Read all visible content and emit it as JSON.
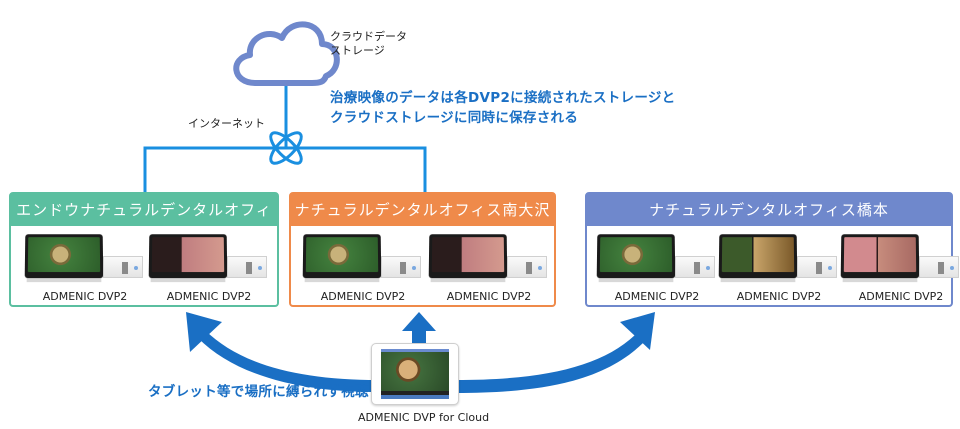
{
  "cloud": {
    "label_line1": "クラウドデータ",
    "label_line2": "ストレージ",
    "icon": "cloud-icon"
  },
  "internet": {
    "label": "インターネット",
    "icon": "network-hub-icon"
  },
  "note": {
    "line1": "治療映像のデータは各DVP2に接続されたストレージと",
    "line2": "クラウドストレージに同時に保存される"
  },
  "offices": [
    {
      "name": "エンドウナチュラルデンタルオフィス",
      "color": "#5bbfa0",
      "devices": [
        {
          "label": "ADMENIC DVP2",
          "screen": "green"
        },
        {
          "label": "ADMENIC DVP2",
          "screen": "pink"
        }
      ]
    },
    {
      "name": "ナチュラルデンタルオフィス南大沢",
      "color": "#ef8a4a",
      "devices": [
        {
          "label": "ADMENIC DVP2",
          "screen": "green"
        },
        {
          "label": "ADMENIC DVP2",
          "screen": "pink"
        }
      ]
    },
    {
      "name": "ナチュラルデンタルオフィス橋本",
      "color": "#6f88cc",
      "devices": [
        {
          "label": "ADMENIC DVP2",
          "screen": "green"
        },
        {
          "label": "ADMENIC DVP2",
          "screen": "mix"
        },
        {
          "label": "ADMENIC DVP2",
          "screen": "pink"
        }
      ]
    }
  ],
  "tablet": {
    "label": "ADMENIC DVP for Cloud",
    "caption": "タブレット等で場所に縛られず視聴"
  },
  "colors": {
    "line_blue": "#1a8fe0",
    "arrow_blue": "#1a6fc4",
    "cloud_stroke": "#6f88cc"
  }
}
